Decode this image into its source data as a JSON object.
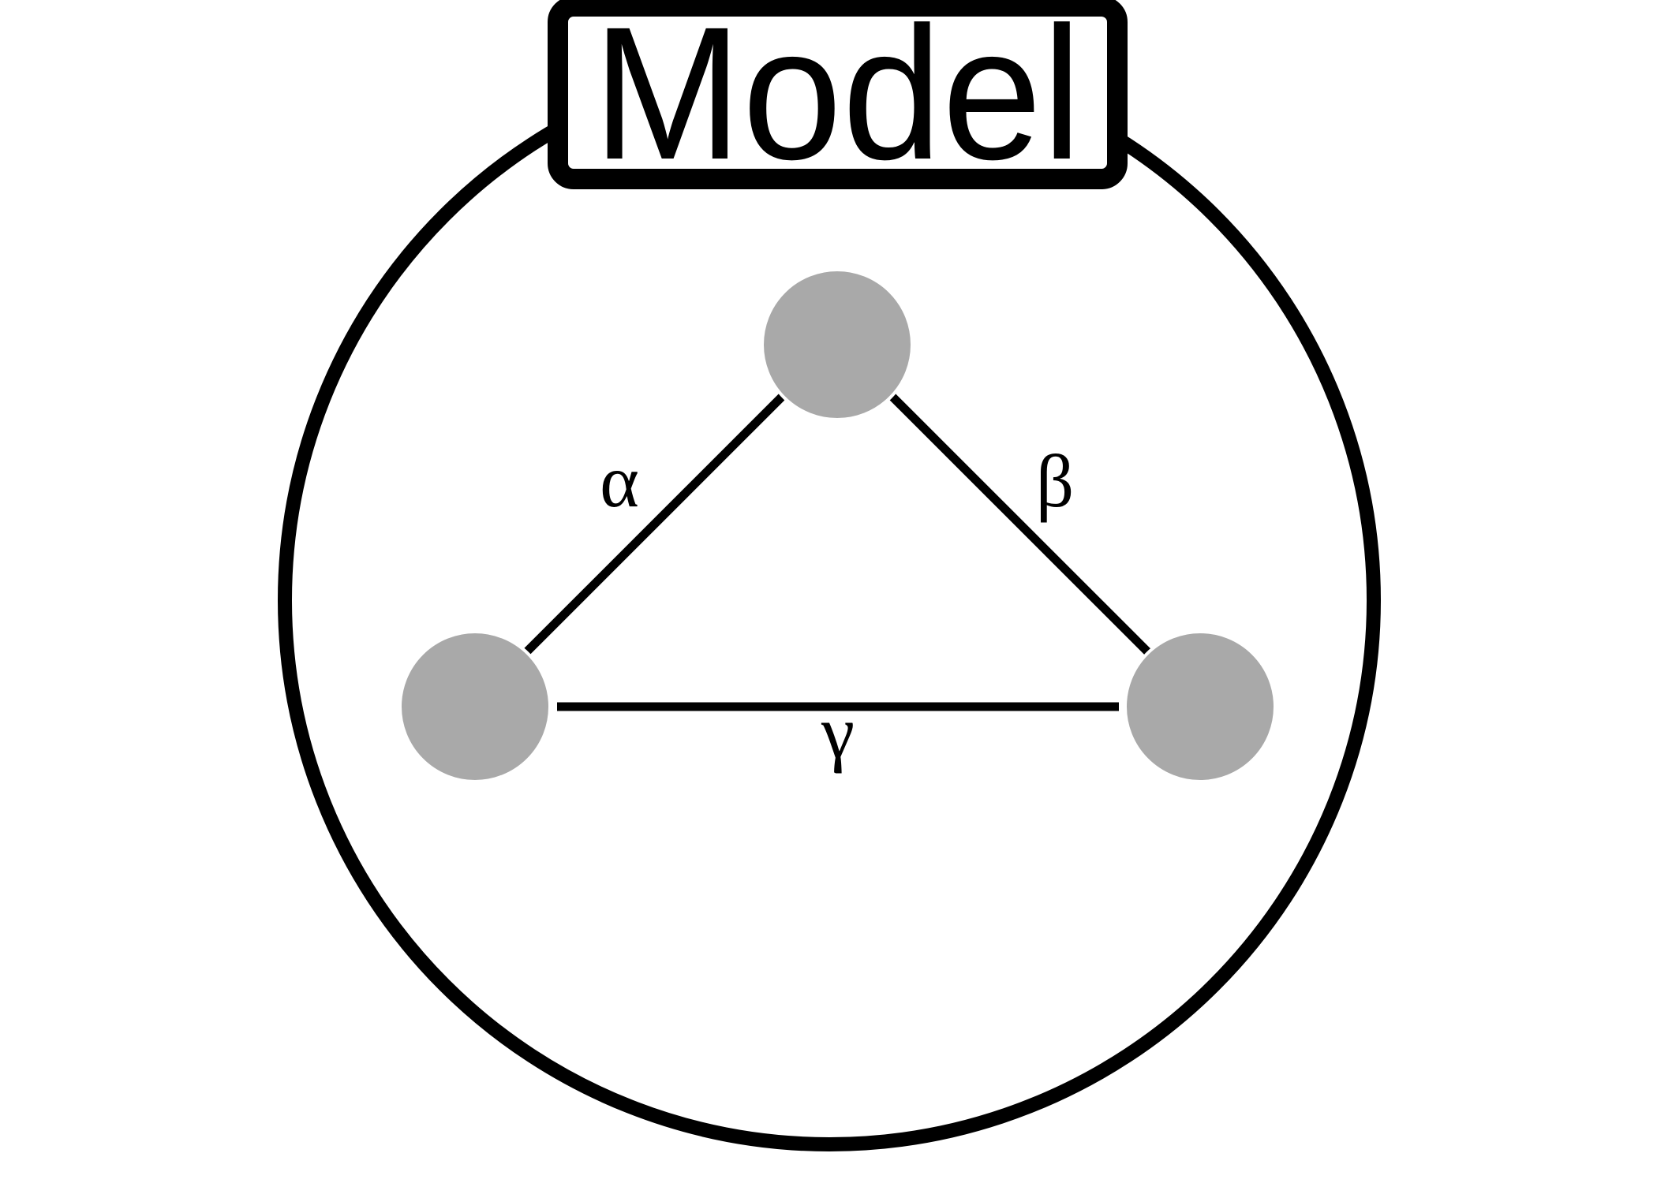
{
  "title": "Model",
  "edges": [
    {
      "id": "alpha",
      "label": "α"
    },
    {
      "id": "beta",
      "label": "β"
    },
    {
      "id": "gamma",
      "label": "γ"
    }
  ],
  "colors": {
    "node_fill": "#a9a9a9",
    "stroke": "#000000",
    "background": "#ffffff"
  }
}
